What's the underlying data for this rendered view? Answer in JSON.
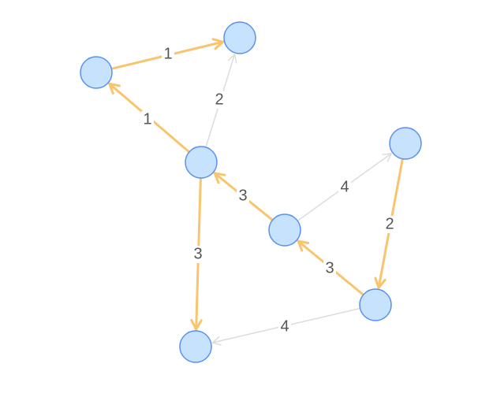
{
  "colors": {
    "node_fill": "#c6e2fc",
    "node_stroke": "#5b8ff0",
    "edge_highlight": "#f8c56e",
    "edge_default": "#dcdcdc",
    "label": "#555555"
  },
  "nodes": [
    {
      "id": "n1"
    },
    {
      "id": "n2"
    },
    {
      "id": "n3"
    },
    {
      "id": "n4"
    },
    {
      "id": "n5"
    },
    {
      "id": "n6"
    },
    {
      "id": "n7"
    },
    {
      "id": "n8"
    }
  ],
  "edges": [
    {
      "id": "e1",
      "from": "n2",
      "to": "n1",
      "weight": "1",
      "highlighted": true
    },
    {
      "id": "e2",
      "from": "n3",
      "to": "n2",
      "weight": "1",
      "highlighted": true
    },
    {
      "id": "e3",
      "from": "n3",
      "to": "n1",
      "weight": "2",
      "highlighted": false
    },
    {
      "id": "e4",
      "from": "n3",
      "to": "n6",
      "weight": "3",
      "highlighted": true
    },
    {
      "id": "e5",
      "from": "n5",
      "to": "n3",
      "weight": "3",
      "highlighted": true
    },
    {
      "id": "e6",
      "from": "n5",
      "to": "n4",
      "weight": "4",
      "highlighted": false
    },
    {
      "id": "e7",
      "from": "n4",
      "to": "n7",
      "weight": "2",
      "highlighted": true
    },
    {
      "id": "e8",
      "from": "n7",
      "to": "n5",
      "weight": "3",
      "highlighted": true
    },
    {
      "id": "e9",
      "from": "n7",
      "to": "n6",
      "weight": "4",
      "highlighted": false
    }
  ]
}
